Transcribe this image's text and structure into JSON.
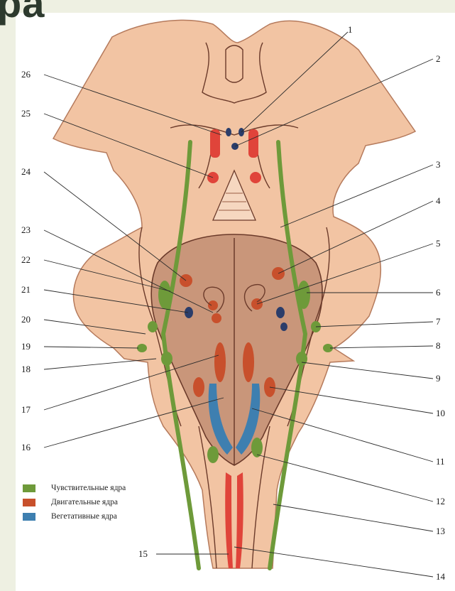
{
  "title_fragment": "ра",
  "labels_left": [
    "26",
    "25",
    "24",
    "23",
    "22",
    "21",
    "20",
    "19",
    "18",
    "17",
    "16",
    "15"
  ],
  "labels_right": [
    "1",
    "2",
    "3",
    "4",
    "5",
    "6",
    "7",
    "8",
    "9",
    "10",
    "11",
    "12",
    "13",
    "14"
  ],
  "legend": [
    {
      "label": "Чувствительные ядра",
      "color": "#6e9a3a"
    },
    {
      "label": "Двигательные ядра",
      "color": "#c8502c"
    },
    {
      "label": "Вегетативные ядра",
      "color": "#3e7fb0"
    }
  ],
  "colors": {
    "tissue": "#f2c4a3",
    "tissue_dark": "#dca487",
    "fossa": "#c9967a",
    "sensory": "#6e9a3a",
    "motor": "#c8502c",
    "motor_red": "#e0443a",
    "vegetative": "#3e7fb0",
    "dark_nuclei": "#2b3d6a"
  }
}
